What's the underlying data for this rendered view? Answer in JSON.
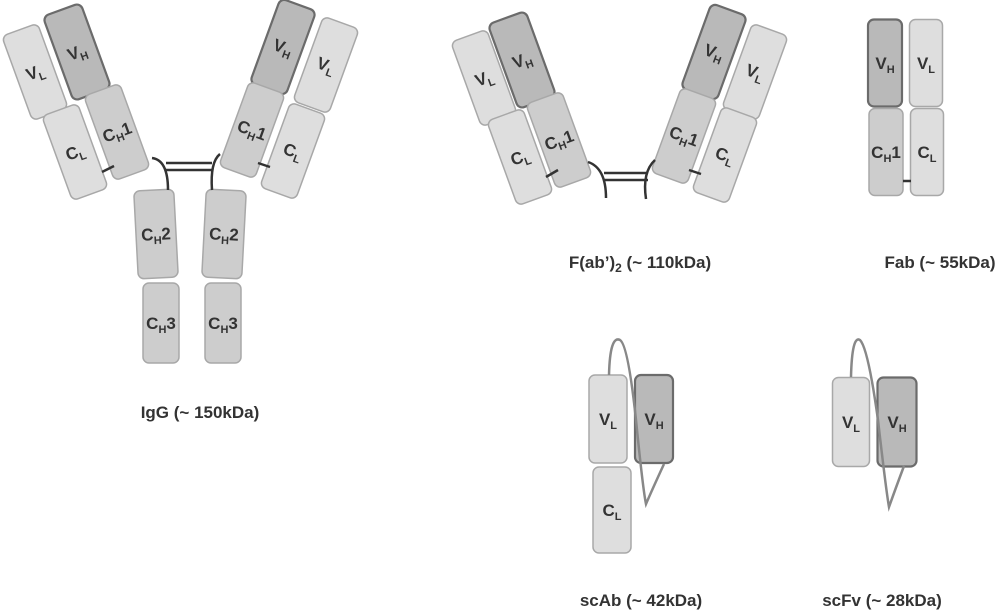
{
  "fragments": {
    "igg": {
      "caption": "IgG (~ 150kDa)",
      "domains": [
        {
          "main": "V",
          "sub": "L"
        },
        {
          "main": "V",
          "sub": "H"
        },
        {
          "main": "C",
          "sub": "L"
        },
        {
          "main": "C",
          "sub": "H",
          "suffix": "1"
        },
        {
          "main": "V",
          "sub": "H"
        },
        {
          "main": "V",
          "sub": "L"
        },
        {
          "main": "C",
          "sub": "H",
          "suffix": "1"
        },
        {
          "main": "C",
          "sub": "L"
        },
        {
          "main": "C",
          "sub": "H",
          "suffix": "2"
        },
        {
          "main": "C",
          "sub": "H",
          "suffix": "2"
        },
        {
          "main": "C",
          "sub": "H",
          "suffix": "3"
        },
        {
          "main": "C",
          "sub": "H",
          "suffix": "3"
        }
      ]
    },
    "fab2": {
      "caption_main": "F(ab’)",
      "caption_sub": "2",
      "caption_rest": " (~ 110kDa)",
      "domains": [
        {
          "main": "V",
          "sub": "L"
        },
        {
          "main": "V",
          "sub": "H"
        },
        {
          "main": "C",
          "sub": "L"
        },
        {
          "main": "C",
          "sub": "H",
          "suffix": "1"
        },
        {
          "main": "V",
          "sub": "H"
        },
        {
          "main": "V",
          "sub": "L"
        },
        {
          "main": "C",
          "sub": "H",
          "suffix": "1"
        },
        {
          "main": "C",
          "sub": "L"
        }
      ]
    },
    "fab": {
      "caption": "Fab (~ 55kDa)",
      "domains": [
        {
          "main": "V",
          "sub": "H"
        },
        {
          "main": "V",
          "sub": "L"
        },
        {
          "main": "C",
          "sub": "H",
          "suffix": "1"
        },
        {
          "main": "C",
          "sub": "L"
        }
      ]
    },
    "scab": {
      "caption": "scAb (~ 42kDa)",
      "domains": [
        {
          "main": "V",
          "sub": "L"
        },
        {
          "main": "V",
          "sub": "H"
        },
        {
          "main": "C",
          "sub": "L"
        }
      ]
    },
    "scfv": {
      "caption": "scFv (~ 28kDa)",
      "domains": [
        {
          "main": "V",
          "sub": "L"
        },
        {
          "main": "V",
          "sub": "H"
        }
      ]
    }
  },
  "colors": {
    "heavy_variable_fill": "#b9b9b9",
    "heavy_variable_stroke": "#6b6b6b",
    "heavy_constant_fill": "#cdcdcd",
    "light_fill": "#dedede",
    "light_stroke": "#a8a8a8",
    "bond": "#333333",
    "linker": "#888888"
  }
}
